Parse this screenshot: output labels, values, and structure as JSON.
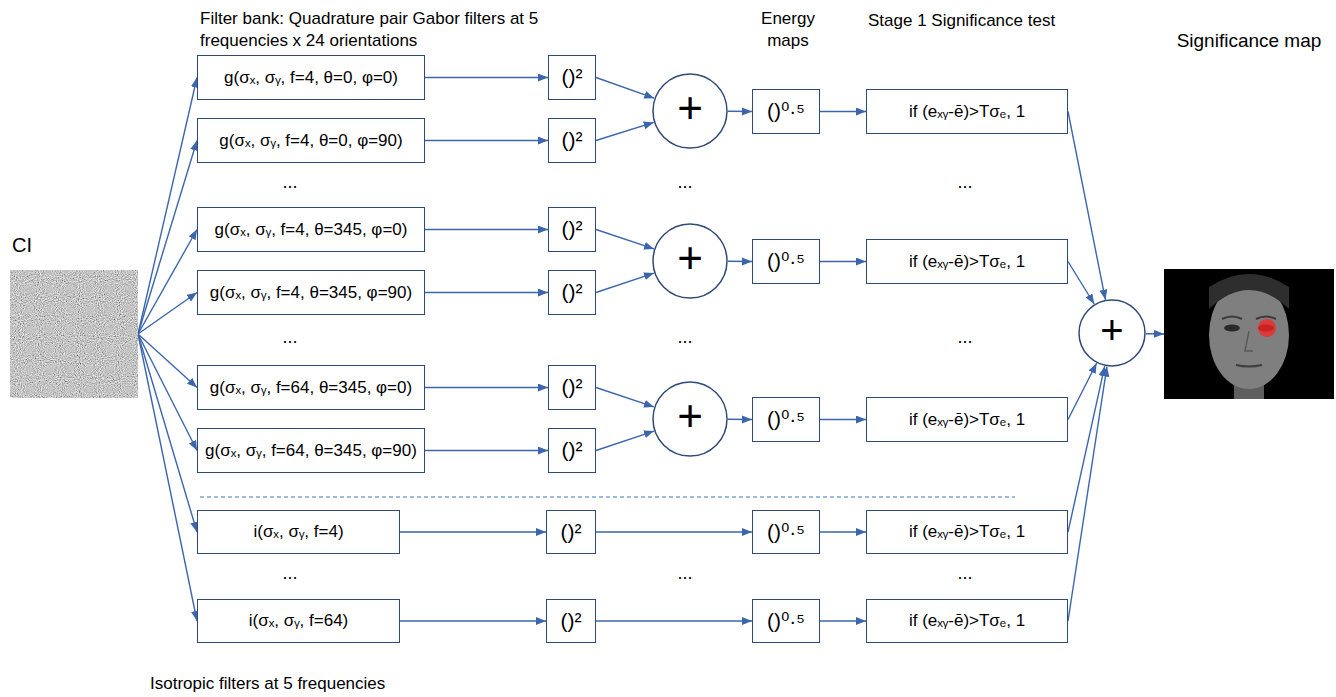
{
  "diagram": {
    "nodes": [
      {
        "text": [
          "CI"
        ]
      },
      {
        "text": [
          "g(σₓ, σᵧ, f=4, θ=0, φ=0)"
        ]
      },
      {
        "text": [
          "g(σₓ, σᵧ, f=4, θ=0, φ=90)"
        ]
      },
      {
        "text": [
          "g(σₓ, σᵧ, f=4, θ=345, φ=0)"
        ]
      },
      {
        "text": [
          "g(σₓ, σᵧ, f=4, θ=345, φ=90)"
        ]
      },
      {
        "text": [
          "g(σₓ, σᵧ, f=64, θ=345, φ=0)"
        ]
      },
      {
        "text": [
          "g(σₓ, σᵧ, f=64, θ=345, φ=90)"
        ]
      },
      {
        "text": [
          "()²"
        ]
      },
      {
        "text": [
          "()²"
        ]
      },
      {
        "text": [
          "()²"
        ]
      },
      {
        "text": [
          "()²"
        ]
      },
      {
        "text": [
          "()²"
        ]
      },
      {
        "text": [
          "()²"
        ]
      },
      {
        "text": [
          "+"
        ]
      },
      {
        "text": [
          "+"
        ]
      },
      {
        "text": [
          "+"
        ]
      },
      {
        "text": [
          "()⁰·⁵"
        ]
      },
      {
        "text": [
          "()⁰·⁵"
        ]
      },
      {
        "text": [
          "()⁰·⁵"
        ]
      },
      {
        "text": [
          "if (eₓᵧ-ē)>Tσₑ,  1"
        ]
      },
      {
        "text": [
          "if (eₓᵧ-ē)>Tσₑ,  1"
        ]
      },
      {
        "text": [
          "if (eₓᵧ-ē)>Tσₑ,  1"
        ]
      },
      {
        "text": [
          "i(σₓ, σᵧ, f=4)"
        ]
      },
      {
        "text": [
          "i(σₓ, σᵧ, f=64)"
        ]
      },
      {
        "text": [
          "()²"
        ]
      },
      {
        "text": [
          "()²"
        ]
      },
      {
        "text": [
          "()⁰·⁵"
        ]
      },
      {
        "text": [
          "()⁰·⁵"
        ]
      },
      {
        "text": [
          "if (eₓᵧ-ē)>Tσₑ,  1"
        ]
      },
      {
        "text": [
          "if (eₓᵧ-ē)>Tσₑ,  1"
        ]
      },
      {
        "text": [
          "+"
        ]
      },
      {
        "text": [
          "Significance map"
        ]
      }
    ],
    "edges": [
      {
        "from": 0,
        "to": 1,
        "arrow": "to"
      },
      {
        "from": 0,
        "to": 2,
        "arrow": "to"
      },
      {
        "from": 0,
        "to": 3,
        "arrow": "to"
      },
      {
        "from": 0,
        "to": 4,
        "arrow": "to"
      },
      {
        "from": 0,
        "to": 5,
        "arrow": "to"
      },
      {
        "from": 0,
        "to": 6,
        "arrow": "to"
      },
      {
        "from": 0,
        "to": 22,
        "arrow": "to"
      },
      {
        "from": 0,
        "to": 23,
        "arrow": "to"
      },
      {
        "from": 1,
        "to": 7,
        "arrow": "to"
      },
      {
        "from": 2,
        "to": 8,
        "arrow": "to"
      },
      {
        "from": 3,
        "to": 9,
        "arrow": "to"
      },
      {
        "from": 4,
        "to": 10,
        "arrow": "to"
      },
      {
        "from": 5,
        "to": 11,
        "arrow": "to"
      },
      {
        "from": 6,
        "to": 12,
        "arrow": "to"
      },
      {
        "from": 7,
        "to": 13,
        "arrow": "to"
      },
      {
        "from": 8,
        "to": 13,
        "arrow": "to"
      },
      {
        "from": 9,
        "to": 14,
        "arrow": "to"
      },
      {
        "from": 10,
        "to": 14,
        "arrow": "to"
      },
      {
        "from": 11,
        "to": 15,
        "arrow": "to"
      },
      {
        "from": 12,
        "to": 15,
        "arrow": "to"
      },
      {
        "from": 13,
        "to": 16,
        "arrow": "to"
      },
      {
        "from": 14,
        "to": 17,
        "arrow": "to"
      },
      {
        "from": 15,
        "to": 18,
        "arrow": "to"
      },
      {
        "from": 16,
        "to": 19,
        "arrow": "to"
      },
      {
        "from": 17,
        "to": 20,
        "arrow": "to"
      },
      {
        "from": 18,
        "to": 21,
        "arrow": "to"
      },
      {
        "from": 19,
        "to": 30,
        "arrow": "to"
      },
      {
        "from": 20,
        "to": 30,
        "arrow": "to"
      },
      {
        "from": 21,
        "to": 30,
        "arrow": "to"
      },
      {
        "from": 22,
        "to": 24,
        "arrow": "to"
      },
      {
        "from": 23,
        "to": 25,
        "arrow": "to"
      },
      {
        "from": 24,
        "to": 26,
        "arrow": "to"
      },
      {
        "from": 25,
        "to": 27,
        "arrow": "to"
      },
      {
        "from": 26,
        "to": 28,
        "arrow": "to"
      },
      {
        "from": 27,
        "to": 29,
        "arrow": "to"
      },
      {
        "from": 28,
        "to": 30,
        "arrow": "to"
      },
      {
        "from": 29,
        "to": 30,
        "arrow": "to"
      },
      {
        "from": 30,
        "to": 31,
        "arrow": "to"
      }
    ],
    "labels": [
      "Filter bank: Quadrature pair Gabor filters at 5 frequencies x 24 orientations",
      "Energy maps",
      "Stage 1 Significance test",
      "...",
      "...",
      "...",
      "...",
      "...",
      "...",
      "...",
      "...",
      "...",
      "Isotropic filters at 5 frequencies"
    ]
  }
}
